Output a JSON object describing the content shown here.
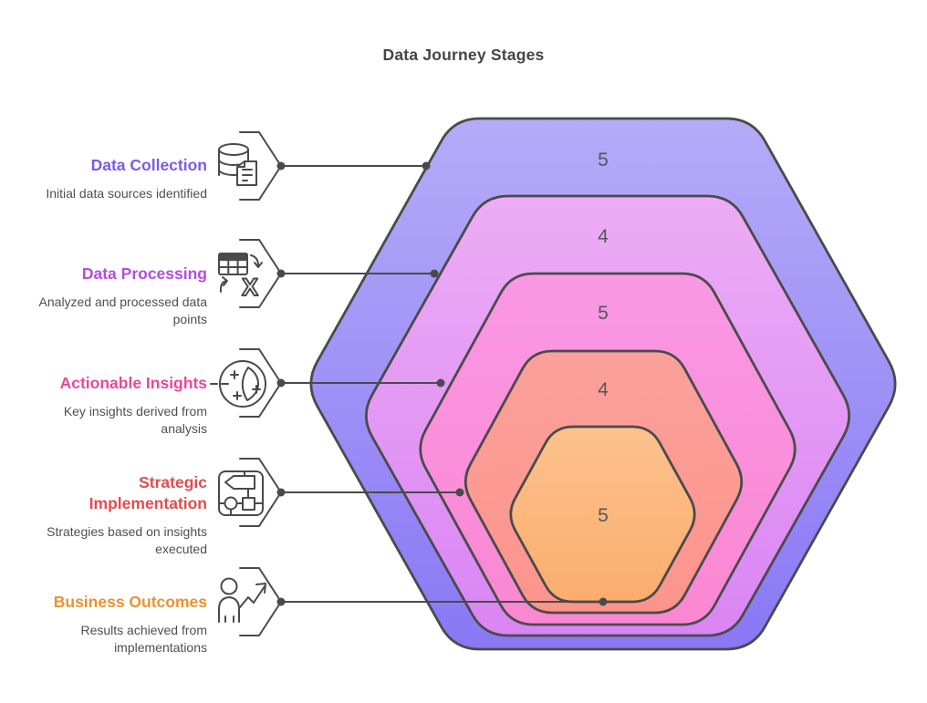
{
  "title": "Data Journey Stages",
  "colors": {
    "outline": "#4A4A4A",
    "connector": "#4A4A4A",
    "number_text": "#54575C",
    "description_text": "#4F4F4F",
    "title_text": "#454545"
  },
  "stages": [
    {
      "label": "Data Collection",
      "description": "Initial data sources identified",
      "value": "5",
      "title_color": "#7A5BE8",
      "fill_top": "#B5ABF8",
      "fill_bottom": "#8A77F5",
      "icon": "database-document-icon"
    },
    {
      "label": "Data Processing",
      "description": "Analyzed and processed data points",
      "value": "4",
      "title_color": "#B44CE2",
      "fill_top": "#EDACF5",
      "fill_bottom": "#D985F4",
      "icon": "table-transform-icon"
    },
    {
      "label": "Actionable Insights",
      "description": "Key insights derived from analysis",
      "value": "5",
      "title_color": "#E9499C",
      "fill_top": "#FA98E4",
      "fill_bottom": "#FA87D2",
      "icon": "insight-lens-icon"
    },
    {
      "label": "Strategic Implementation",
      "description": "Strategies based on insights executed",
      "value": "4",
      "title_color": "#E34C4C",
      "fill_top": "#FBA19A",
      "fill_bottom": "#FC948D",
      "icon": "flowchart-icon"
    },
    {
      "label": "Business Outcomes",
      "description": "Results achieved from implementations",
      "value": "5",
      "title_color": "#EB9232",
      "fill_top": "#FCC28D",
      "fill_bottom": "#FBAD6D",
      "icon": "person-growth-icon"
    }
  ]
}
